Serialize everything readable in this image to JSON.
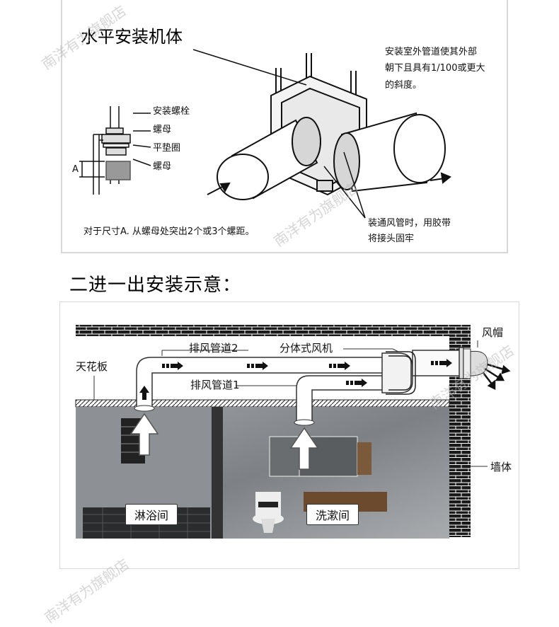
{
  "top_diagram": {
    "title": "水平安装机体",
    "note_outdoor": [
      "安装室外管道使其外部",
      "朝下且具有1/100或更大",
      "的斜度。"
    ],
    "labels": {
      "bolt": "安装螺栓",
      "nut1": "螺母",
      "washer": "平垫圈",
      "nut2": "螺母",
      "dim_a": "A"
    },
    "note_dimension": "对于尺寸A. 从螺母处突出2个或3个螺距。",
    "note_tape": [
      "装通风管时，用胶带",
      "将接头固牢"
    ]
  },
  "section_heading": "二进一出安装示意：",
  "bottom_diagram": {
    "labels": {
      "duct2": "排风管道2",
      "unit": "分体式风机",
      "duct1": "排风管道1",
      "ceiling": "天花板",
      "cap": "风帽",
      "wall": "墙体"
    },
    "rooms": {
      "shower": "淋浴间",
      "washroom": "洗漱间"
    }
  },
  "watermark": "南洋有为旗舰店",
  "colors": {
    "arrow": "#111111",
    "brick": "#1a1a1a",
    "marble": "#8a8d90"
  }
}
